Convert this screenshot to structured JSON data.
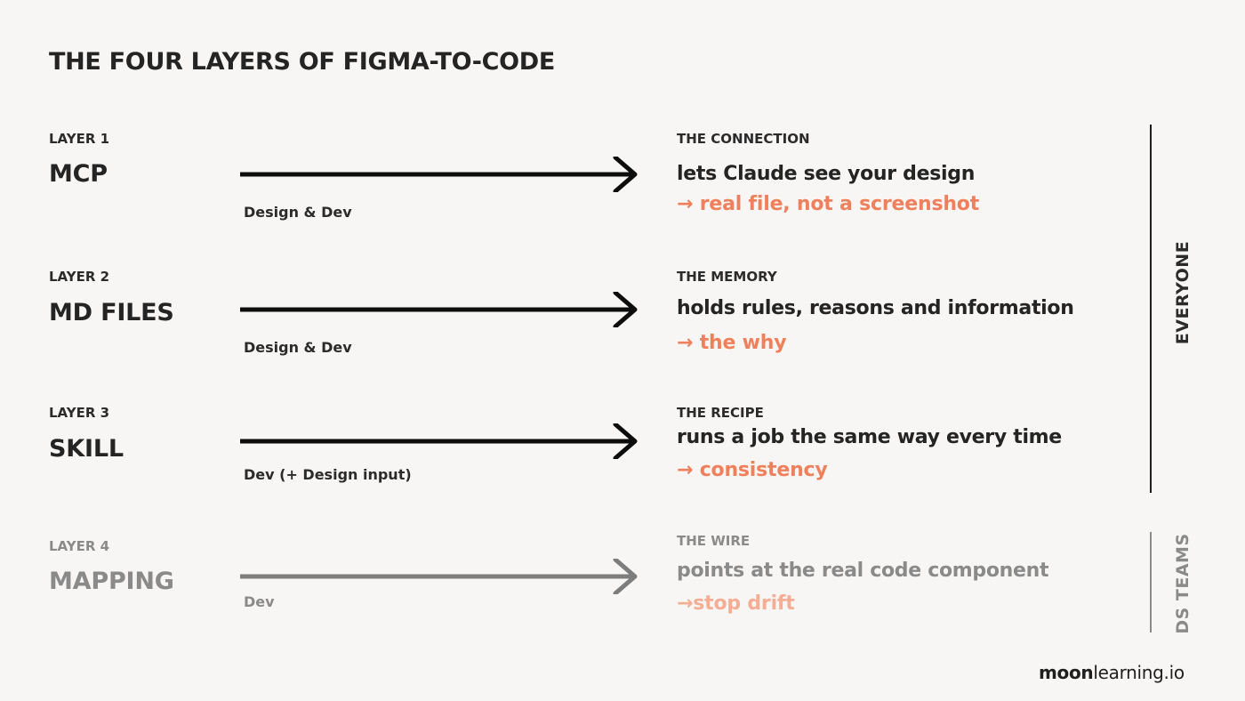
{
  "title": "THE FOUR LAYERS OF FIGMA-TO-CODE",
  "colors": {
    "background": "#f7f6f4",
    "text": "#242424",
    "muted_text": "#8a8a8a",
    "accent": "#f0805c",
    "accent_muted": "#f5ad93"
  },
  "layers": [
    {
      "number": "LAYER 1",
      "name": "MCP",
      "audience": "Design & Dev",
      "kicker": "THE CONNECTION",
      "description": "lets Claude see your design",
      "outcome": "→ real file, not a screenshot",
      "icon": "right-arrow"
    },
    {
      "number": "LAYER 2",
      "name": "MD FILES",
      "audience": "Design & Dev",
      "kicker": "THE MEMORY",
      "description": "holds rules, reasons and information",
      "outcome": "→ the why",
      "icon": "right-arrow"
    },
    {
      "number": "LAYER 3",
      "name": "SKILL",
      "audience": "Dev (+ Design input)",
      "kicker": "THE RECIPE",
      "description": "runs a job the same way every time",
      "outcome": "→ consistency",
      "icon": "right-arrow"
    },
    {
      "number": "LAYER 4",
      "name": "MAPPING",
      "audience": "Dev",
      "kicker": "THE WIRE",
      "description": "points at the real code component",
      "outcome": "→stop drift",
      "icon": "right-arrow"
    }
  ],
  "groups": [
    {
      "label": "EVERYONE"
    },
    {
      "label": "DS TEAMS"
    }
  ],
  "logo": {
    "bold": "moon",
    "regular": "learning.io"
  }
}
